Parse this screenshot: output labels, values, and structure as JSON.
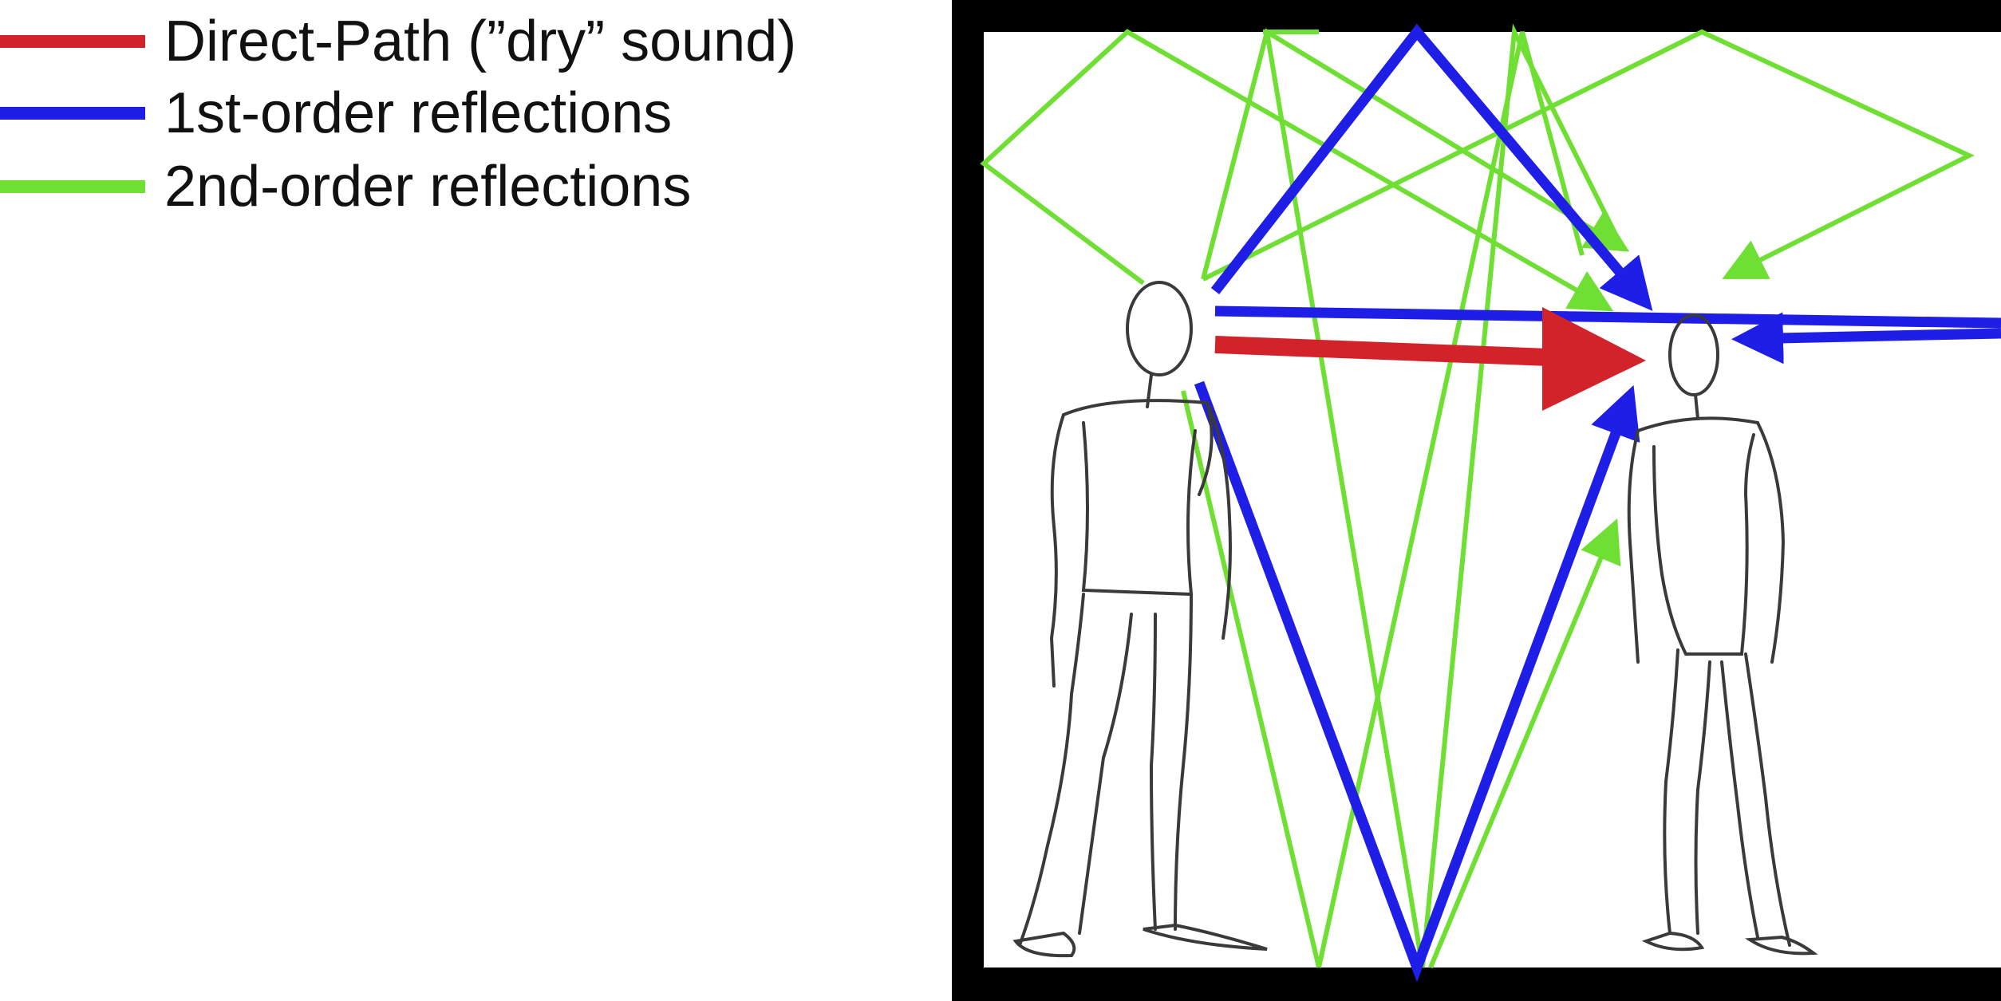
{
  "legend": {
    "items": [
      {
        "label": "Direct-Path (”dry” sound)",
        "color": "#d2232a",
        "kind": "direct"
      },
      {
        "label": "1st-order reflections",
        "color": "#1f1ee6",
        "kind": "first"
      },
      {
        "label": "2nd-order reflections",
        "color": "#6fe033",
        "kind": "second"
      }
    ]
  },
  "scene": {
    "wall_color": "#000000",
    "figure_color": "#3a3a3a",
    "figures": [
      "listener-left",
      "listener-right"
    ]
  }
}
